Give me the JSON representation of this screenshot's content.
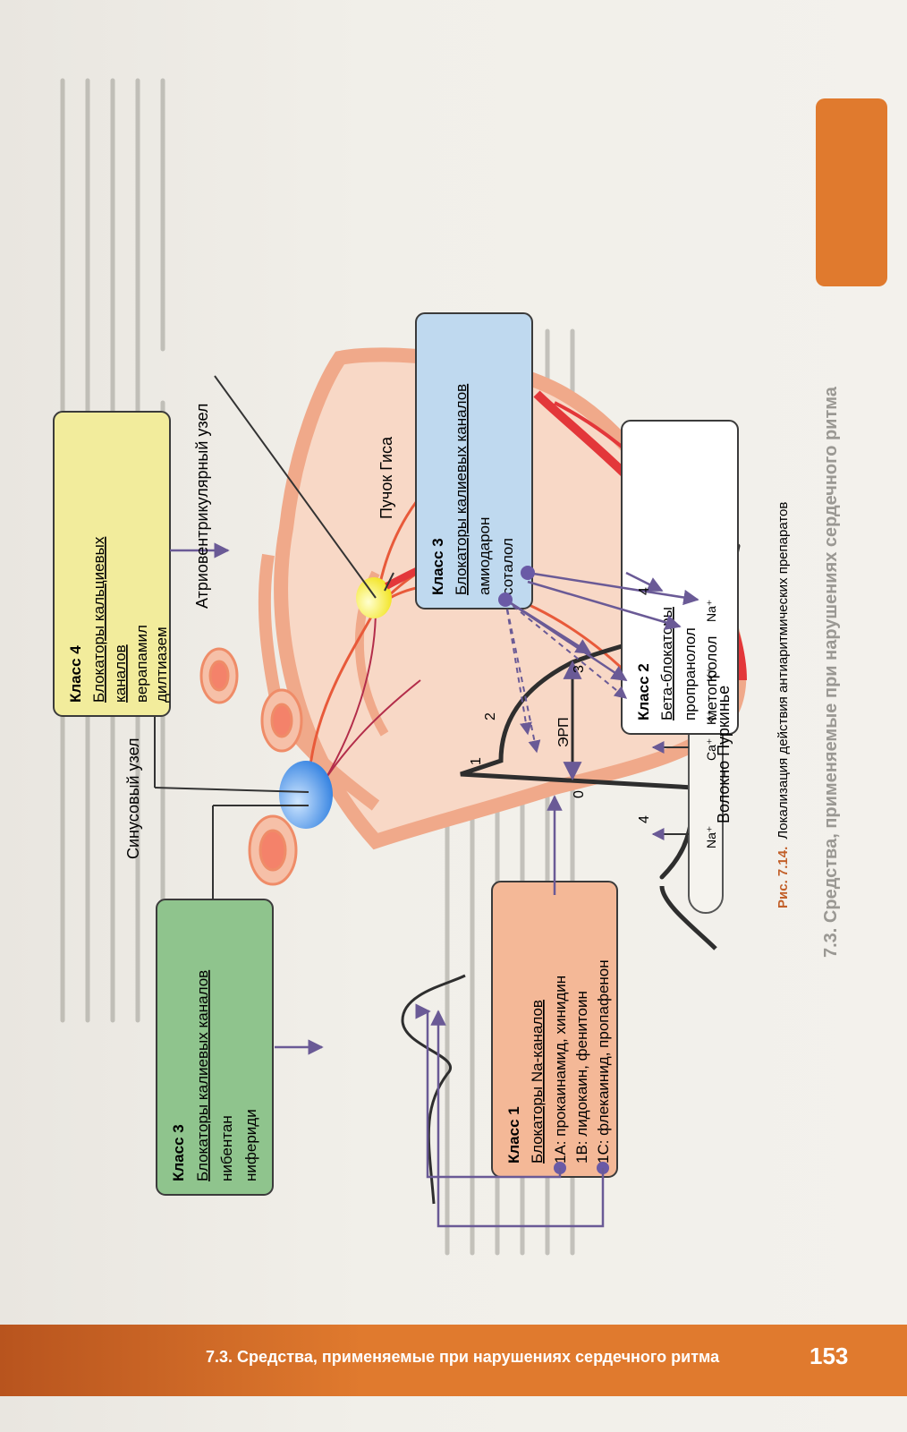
{
  "footer": {
    "running_title": "7.3. Средства, применяемые при нарушениях сердечного ритма",
    "page_number": "153"
  },
  "side_header": {
    "text": "7.3. Средства, применяемые при нарушениях сердечного ритма"
  },
  "figure": {
    "caption_label": "Рис. 7.14.",
    "caption_text": "Локализация действия антиаритмических препаратов",
    "labels": {
      "sinus_node": "Синусовый узел",
      "av_node": "Атриовентрикулярный узел",
      "his_bundle": "Пучок Гиса",
      "purkinje_fiber": "Волокно Пуркинье",
      "erp": "ЭРП"
    },
    "phases": [
      "0",
      "1",
      "2",
      "3",
      "4",
      "4"
    ],
    "ions": [
      "Na⁺",
      "Ca⁺",
      "K⁺",
      "K⁺",
      "Na⁺"
    ],
    "class1": {
      "title": "Класс 1",
      "subtitle": "Блокаторы Na-каналов",
      "lines": [
        "1А: прокаинамид, хинидин",
        "1В: лидокаин, фенитоин",
        "1С: флекаинид, пропафенон"
      ]
    },
    "class2": {
      "title": "Класс 2",
      "subtitle": "Бета-блокаторы",
      "lines": [
        "пропранолол",
        "метопролол"
      ]
    },
    "class3_atrial": {
      "title": "Класс 3",
      "subtitle": "Блокаторы калиевых каналов",
      "lines": [
        "нибентан",
        "нифериди"
      ]
    },
    "class3_ventricular": {
      "title": "Класс 3",
      "subtitle": "Блокаторы калиевых каналов",
      "lines": [
        "амиодарон",
        "соталол"
      ]
    },
    "class4": {
      "title": "Класс 4",
      "subtitle_line1": "Блокаторы кальциевых",
      "subtitle_line2": "каналов",
      "lines": [
        "верапамил",
        "дилтиазем"
      ]
    }
  },
  "colors": {
    "class1": "#f4b897",
    "class2": "#ffffff",
    "class3_atrial": "#8fc48d",
    "class3_ventricular": "#bfd9ef",
    "class4": "#f2ec9c",
    "accent": "#e07a2e",
    "arrow": "#6a5a96"
  }
}
